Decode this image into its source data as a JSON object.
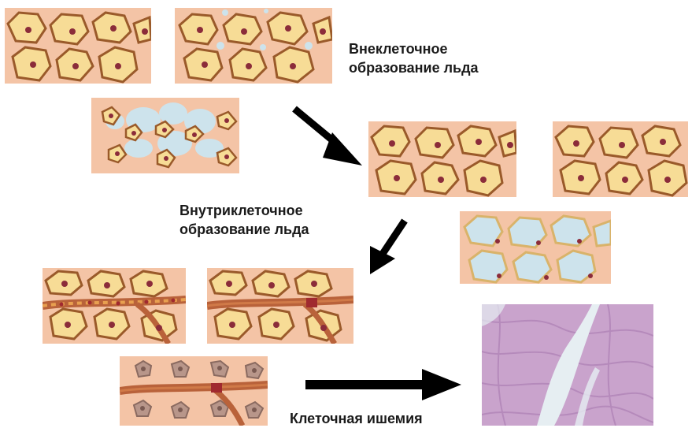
{
  "labels": {
    "extracellular_line1": "Внеклеточное",
    "extracellular_line2": "образование льда",
    "intracellular_line1": "Внутриклеточное",
    "intracellular_line2": "образование льда",
    "ischemia": "Клеточная ишемия"
  },
  "colors": {
    "tissue_bg": "#f4c4a6",
    "cell_fill": "#f7dc96",
    "cell_border": "#9a5a2a",
    "nucleus": "#8b2c3a",
    "ice": "#cde3ec",
    "vessel": "#b9623a",
    "blood": "#a0292f",
    "dead_cell": "#b8968a",
    "histology": "#c9a3cc",
    "arrow": "#000000"
  }
}
